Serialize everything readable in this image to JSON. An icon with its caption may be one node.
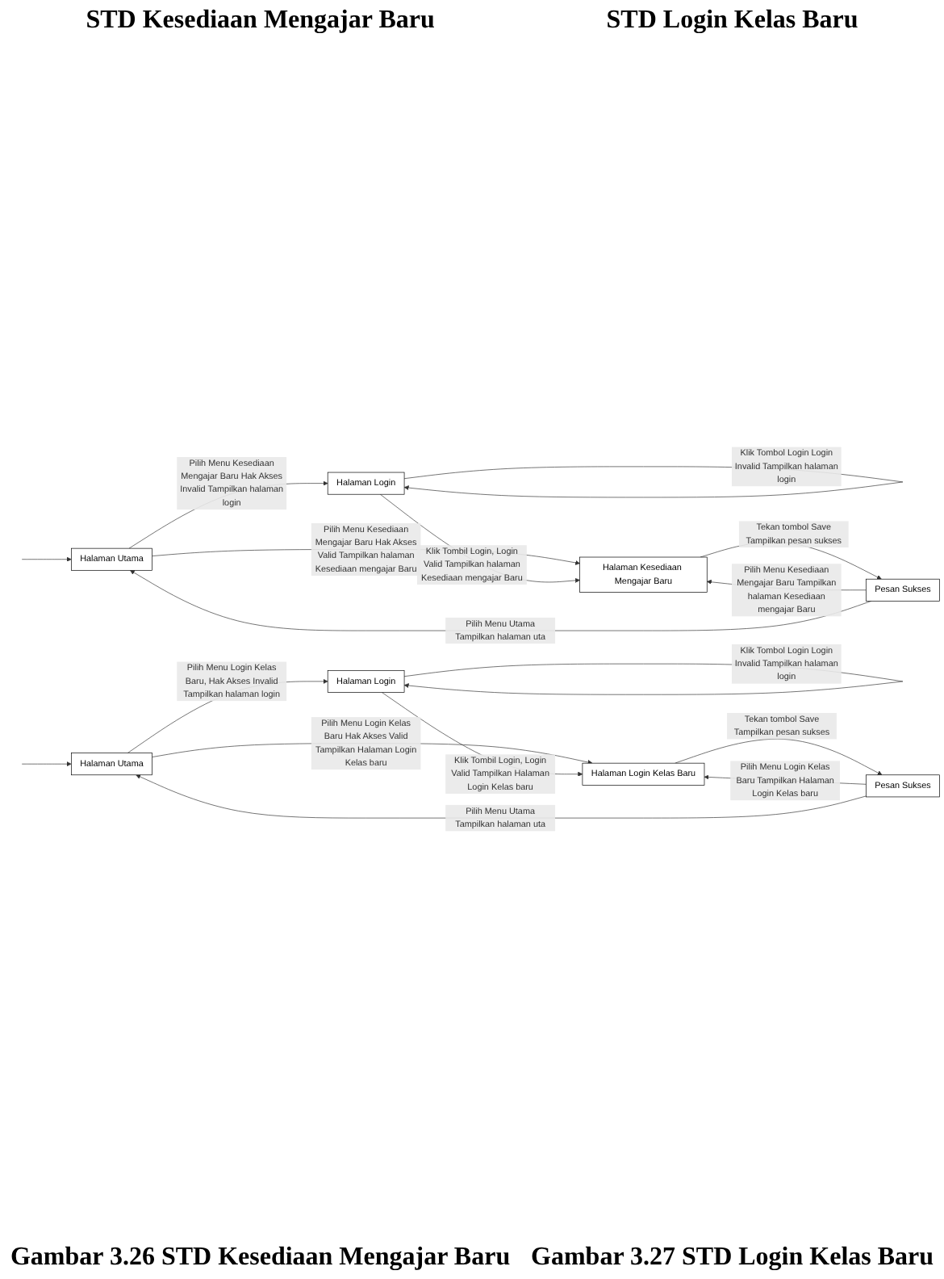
{
  "diagram": {
    "nodes": [
      {
        "text": [
          "Halaman Utama"
        ]
      },
      {
        "text": [
          "Halaman Login"
        ]
      },
      {
        "text": [
          "Halaman Kesediaan Mengajar Baru"
        ]
      },
      {
        "text": [
          "Pesan Sukses"
        ]
      },
      {
        "text": [
          "Halaman Utama"
        ]
      },
      {
        "text": [
          "Halaman Login"
        ]
      },
      {
        "text": [
          "Halaman Login Kelas Baru"
        ]
      },
      {
        "text": [
          "Pesan Sukses"
        ]
      }
    ],
    "edges": [
      {
        "from": null,
        "to": 0,
        "arrow": "to"
      },
      {
        "from": 0,
        "to": 1,
        "arrow": "to",
        "label": "Pilih Menu Kesediaan Mengajar Baru Hak Akses Invalid Tampilkan halaman login"
      },
      {
        "from": 1,
        "to": 1,
        "arrow": "to",
        "label": "Klik Tombol Login Login Invalid Tampilkan halaman login"
      },
      {
        "from": 0,
        "to": 2,
        "arrow": "to",
        "label": "Pilih Menu Kesediaan Mengajar Baru Hak Akses Valid Tampilkan halaman Kesediaan mengajar Baru"
      },
      {
        "from": 1,
        "to": 2,
        "arrow": "to",
        "label": "Klik Tombil Login, Login Valid Tampilkan halaman Kesediaan mengajar Baru"
      },
      {
        "from": 2,
        "to": 3,
        "arrow": "to",
        "label": "Tekan tombol Save Tampilkan pesan sukses"
      },
      {
        "from": 3,
        "to": 2,
        "arrow": "to",
        "label": "Pilih Menu Kesediaan Mengajar Baru Tampilkan halaman Kesediaan mengajar Baru"
      },
      {
        "from": 3,
        "to": 0,
        "arrow": "to",
        "label": "Pilih Menu Utama Tampilkan halaman uta"
      },
      {
        "from": null,
        "to": 4,
        "arrow": "to"
      },
      {
        "from": 4,
        "to": 5,
        "arrow": "to",
        "label": "Pilih Menu Login Kelas Baru, Hak Akses Invalid Tampilkan halaman login"
      },
      {
        "from": 5,
        "to": 5,
        "arrow": "to",
        "label": "Klik Tombol Login Login Invalid Tampilkan halaman login"
      },
      {
        "from": 4,
        "to": 6,
        "arrow": "to",
        "label": "Pilih Menu Login Kelas Baru Hak Akses Valid Tampilkan Halaman Login Kelas baru"
      },
      {
        "from": 5,
        "to": 6,
        "arrow": "to",
        "label": "Klik Tombil Login, Login Valid Tampilkan Halaman Login Kelas baru"
      },
      {
        "from": 6,
        "to": 7,
        "arrow": "to",
        "label": "Tekan tombol Save Tampilkan pesan sukses"
      },
      {
        "from": 7,
        "to": 6,
        "arrow": "to",
        "label": "Pilih Menu Login Kelas Baru Tampilkan Halaman Login Kelas baru"
      },
      {
        "from": 7,
        "to": 4,
        "arrow": "to",
        "label": "Pilih Menu Utama Tampilkan halaman uta"
      }
    ],
    "labels": [
      "STD Kesediaan Mengajar Baru",
      "Gambar 3.26 STD Kesediaan Mengajar Baru",
      "STD Login Kelas Baru",
      "Gambar 3.27 STD Login Kelas Baru"
    ]
  }
}
